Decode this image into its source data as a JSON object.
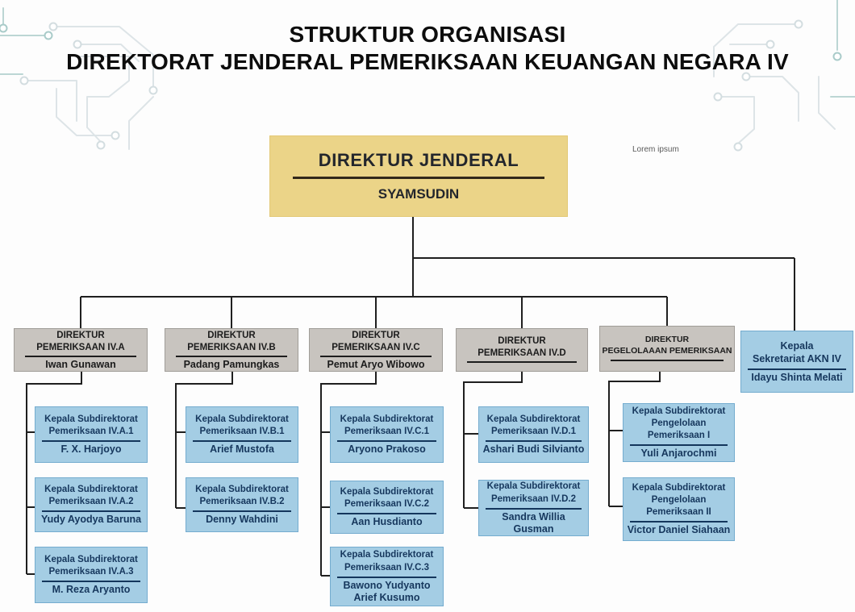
{
  "title": {
    "line1": "STRUKTUR ORGANISASI",
    "line2": "DIREKTORAT JENDERAL PEMERIKSAAN KEUANGAN NEGARA IV"
  },
  "watermark": "Lorem ipsum",
  "root": {
    "title": "DIREKTUR JENDERAL",
    "name": "SYAMSUDIN"
  },
  "directors": [
    {
      "title": "DIREKTUR\nPEMERIKSAAN IV.A",
      "name": "Iwan Gunawan"
    },
    {
      "title": "DIREKTUR\nPEMERIKSAAN IV.B",
      "name": "Padang Pamungkas"
    },
    {
      "title": "DIREKTUR\nPEMERIKSAAN IV.C",
      "name": "Pemut Aryo Wibowo"
    },
    {
      "title": "DIREKTUR\nPEMERIKSAAN IV.D",
      "name": ""
    },
    {
      "title": "DIREKTUR\nPEGELOLAAAN PEMERIKSAAN",
      "name": ""
    }
  ],
  "sekretariat": {
    "title": "Kepala\nSekretariat AKN IV",
    "name": "Idayu Shinta Melati"
  },
  "subdirectorates": {
    "col_a": [
      {
        "title": "Kepala Subdirektorat\nPemeriksaan IV.A.1",
        "name": "F. X. Harjoyo"
      },
      {
        "title": "Kepala Subdirektorat\nPemeriksaan IV.A.2",
        "name": "Yudy Ayodya Baruna"
      },
      {
        "title": "Kepala Subdirektorat\nPemeriksaan IV.A.3",
        "name": "M. Reza Aryanto"
      }
    ],
    "col_b": [
      {
        "title": "Kepala Subdirektorat\nPemeriksaan IV.B.1",
        "name": "Arief Mustofa"
      },
      {
        "title": "Kepala Subdirektorat\nPemeriksaan IV.B.2",
        "name": "Denny Wahdini"
      }
    ],
    "col_c": [
      {
        "title": "Kepala Subdirektorat\nPemeriksaan IV.C.1",
        "name": "Aryono Prakoso"
      },
      {
        "title": "Kepala Subdirektorat\nPemeriksaan IV.C.2",
        "name": "Aan Husdianto"
      },
      {
        "title": "Kepala Subdirektorat\nPemeriksaan IV.C.3",
        "name": "Bawono Yudyanto Arief Kusumo"
      }
    ],
    "col_d": [
      {
        "title": "Kepala Subdirektorat\nPemeriksaan IV.D.1",
        "name": "Ashari Budi Silvianto"
      },
      {
        "title": "Kepala Subdirektorat\nPemeriksaan IV.D.2",
        "name": "Sandra Willia Gusman"
      }
    ],
    "col_e": [
      {
        "title": "Kepala Subdirektorat\nPengelolaan\nPemeriksaan I",
        "name": "Yuli Anjarochmi"
      },
      {
        "title": "Kepala Subdirektorat\nPengelolaan\nPemeriksaan II",
        "name": "Victor Daniel Siahaan"
      }
    ]
  },
  "colors": {
    "root_bg": "#ebd488",
    "director_bg": "#c8c4bf",
    "sub_bg": "#a4cde4",
    "navy_text": "#16375d",
    "connector": "#1f1f1f"
  }
}
